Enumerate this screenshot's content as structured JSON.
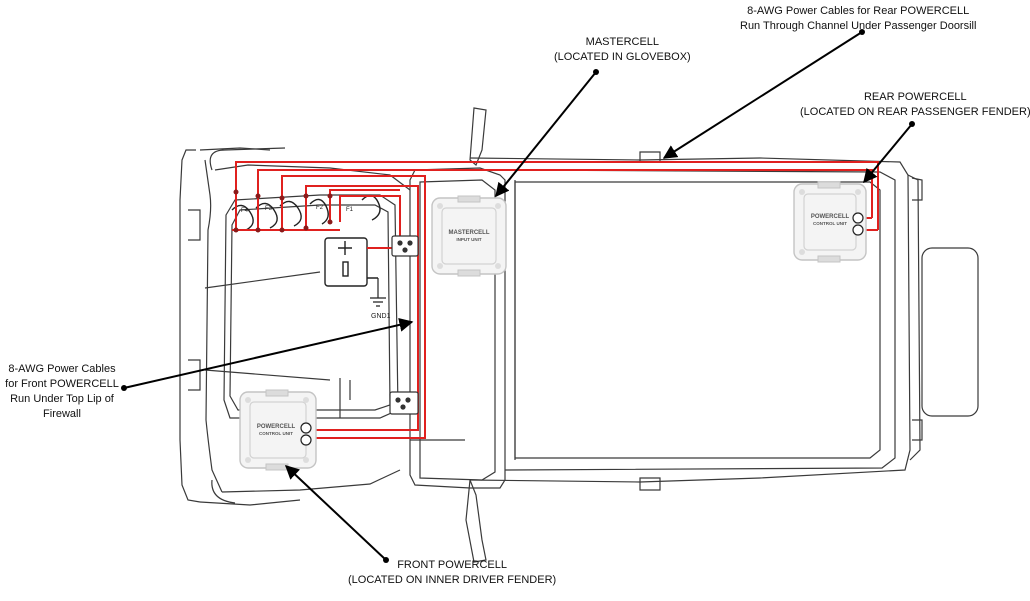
{
  "callouts": {
    "rear_cables": {
      "line1": "8-AWG Power Cables for Rear POWERCELL",
      "line2": "Run Through Channel Under Passenger Doorsill"
    },
    "mastercell": {
      "line1": "MASTERCELL",
      "line2": "(LOCATED IN GLOVEBOX)"
    },
    "rear_powercell": {
      "line1": "REAR POWERCELL",
      "line2": "(LOCATED ON REAR PASSENGER FENDER)"
    },
    "front_cables": {
      "line1": "8-AWG Power Cables",
      "line2": "for Front POWERCELL",
      "line3": "Run Under Top Lip of",
      "line4": "Firewall"
    },
    "front_powercell": {
      "line1": "FRONT POWERCELL",
      "line2": "(LOCATED ON INNER DRIVER FENDER)"
    }
  },
  "units": {
    "mastercell": {
      "brand": "MASTERCELL",
      "sub": "INPUT UNIT"
    },
    "rear_powercell": {
      "brand": "POWERCELL",
      "sub": "CONTROL UNIT"
    },
    "front_powercell": {
      "brand": "POWERCELL",
      "sub": "CONTROL UNIT"
    }
  },
  "labels": {
    "ground": "GND1",
    "fuse_f4": "F4",
    "fuse_f3": "F3",
    "fuse_f2": "F2",
    "fuse_f1": "F1"
  },
  "colors": {
    "wire": "#e0211f",
    "outline": "#3a3a3a",
    "unit": "#cfcfcf"
  }
}
